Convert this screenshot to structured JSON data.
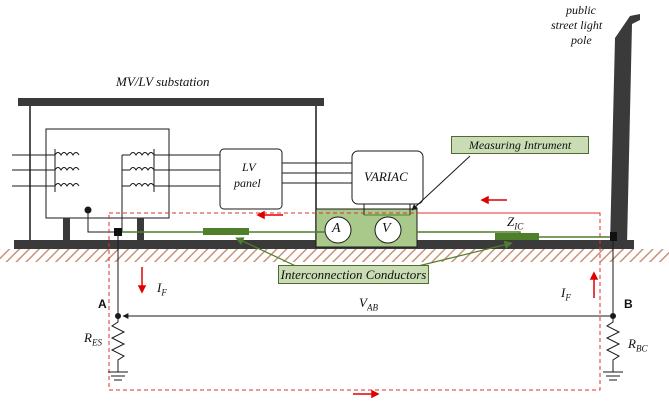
{
  "labels": {
    "substation": "MV/LV substation",
    "pole_line1": "public",
    "pole_line2": "street light",
    "pole_line3": "pole",
    "lv_panel_line1": "LV",
    "lv_panel_line2": "panel",
    "variac": "VARIAC",
    "measuring": "Measuring Intrument",
    "interconnection": "Interconnection Conductors",
    "ammeter": "A",
    "voltmeter": "V",
    "point_a": "A",
    "point_b": "B",
    "current_left": "I",
    "current_left_sub": "F",
    "current_right": "I",
    "current_right_sub": "F",
    "voltage": "V",
    "voltage_sub": "AB",
    "z_ic": "Z",
    "z_ic_sub": "IC",
    "r_es": "R",
    "r_es_sub": "ES",
    "r_bc": "R",
    "r_bc_sub": "BC"
  },
  "colors": {
    "line": "#1a1a1a",
    "conductor_green": "#4f7f2a",
    "measure_fill": "#a9c98a",
    "label_fill": "#c9dcb3",
    "dashed_red": "#e03030",
    "arrow_red": "#e00000",
    "ground_hatch": "#c08060",
    "pole": "#3a3a3a"
  }
}
